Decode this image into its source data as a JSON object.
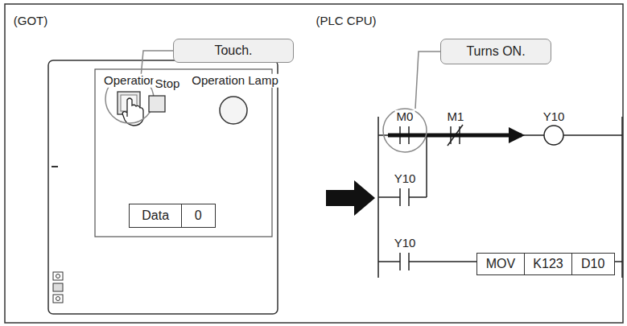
{
  "diagram": {
    "nodes": [
      {
        "text": [
          "Touch."
        ]
      },
      {
        "text": [
          "Turns ON."
        ]
      },
      {
        "text": [
          "Data",
          "0"
        ]
      },
      {
        "text": [
          "MOV",
          "K123",
          "D10"
        ]
      }
    ],
    "labels": [
      "(GOT)",
      "(PLC CPU)",
      "Operation",
      "Stop",
      "Operation Lamp",
      "M0",
      "M1",
      "Y10",
      "Y10",
      "Y10"
    ]
  }
}
